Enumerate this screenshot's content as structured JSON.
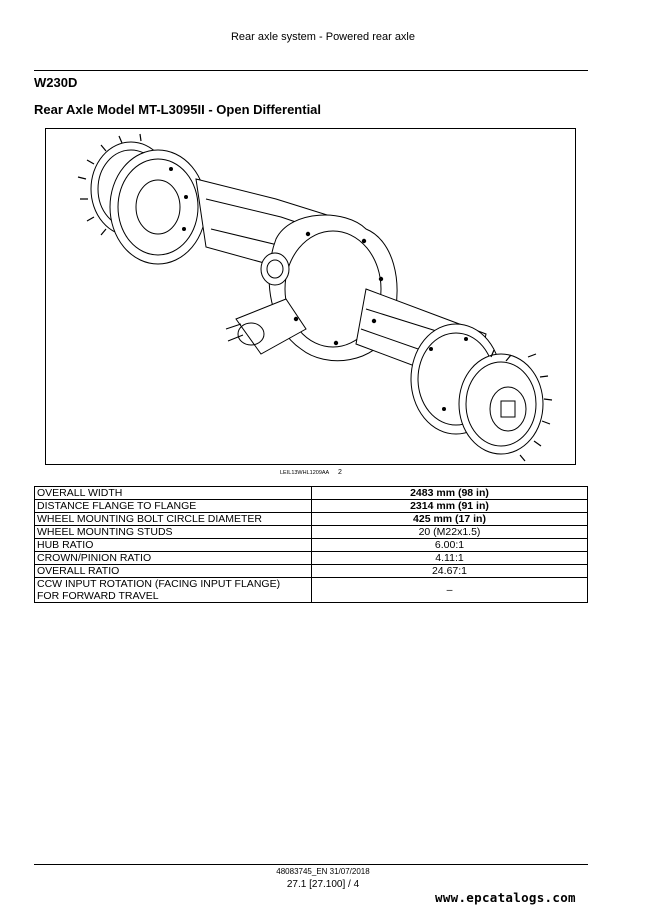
{
  "header": {
    "title": "Rear axle system - Powered rear axle"
  },
  "section": {
    "code": "W230D"
  },
  "document": {
    "title": "Rear Axle Model MT-L3095II - Open Differential"
  },
  "figure": {
    "reference": "LEIL13WHL1209AA",
    "number": "2",
    "icon": "rear-axle-drawing"
  },
  "specs": {
    "rows": [
      {
        "label": "OVERALL WIDTH",
        "value": "2483 mm (98 in)",
        "bold": true
      },
      {
        "label": "DISTANCE FLANGE TO FLANGE",
        "value": "2314 mm (91 in)",
        "bold": true
      },
      {
        "label": "WHEEL MOUNTING BOLT CIRCLE DIAMETER",
        "value": "425 mm (17 in)",
        "bold": true
      },
      {
        "label": "WHEEL MOUNTING STUDS",
        "value": "20 (M22x1.5)",
        "bold": false
      },
      {
        "label": "HUB RATIO",
        "value": "6.00:1",
        "bold": false
      },
      {
        "label": "CROWN/PINION RATIO",
        "value": "4.11:1",
        "bold": false
      },
      {
        "label": "OVERALL RATIO",
        "value": "24.67:1",
        "bold": false
      },
      {
        "label_line1": "CCW INPUT ROTATION (FACING INPUT FLANGE)",
        "label_line2": "FOR FORWARD TRAVEL",
        "value": "–",
        "bold": false
      }
    ]
  },
  "footer": {
    "doc_code": "48083745_EN 31/07/2018",
    "page": "27.1 [27.100] / 4",
    "watermark": "www.epcatalogs.com"
  }
}
